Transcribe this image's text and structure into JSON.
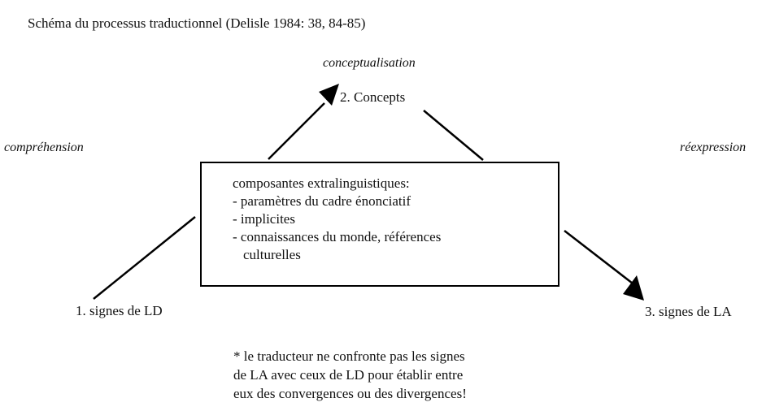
{
  "title": "Schéma du processus traductionnel (Delisle 1984: 38, 84-85)",
  "phases": {
    "conceptualisation": "conceptualisation",
    "comprehension": "compréhension",
    "reexpression": "réexpression"
  },
  "nodes": {
    "concepts": "2. Concepts",
    "source_signs": "1. signes de LD",
    "target_signs": "3. signes de LA"
  },
  "box": {
    "heading": "composantes extralinguistiques:",
    "items": [
      "- paramètres du cadre énonciatif",
      "- implicites",
      "- connaissances du monde, références",
      "culturelles"
    ]
  },
  "note": {
    "lines": [
      "* le traducteur ne confronte pas les signes",
      "de LA avec ceux de LD pour établir entre",
      "eux des convergences ou des divergences!"
    ]
  },
  "colors": {
    "ink": "#000000",
    "background": "#ffffff"
  }
}
